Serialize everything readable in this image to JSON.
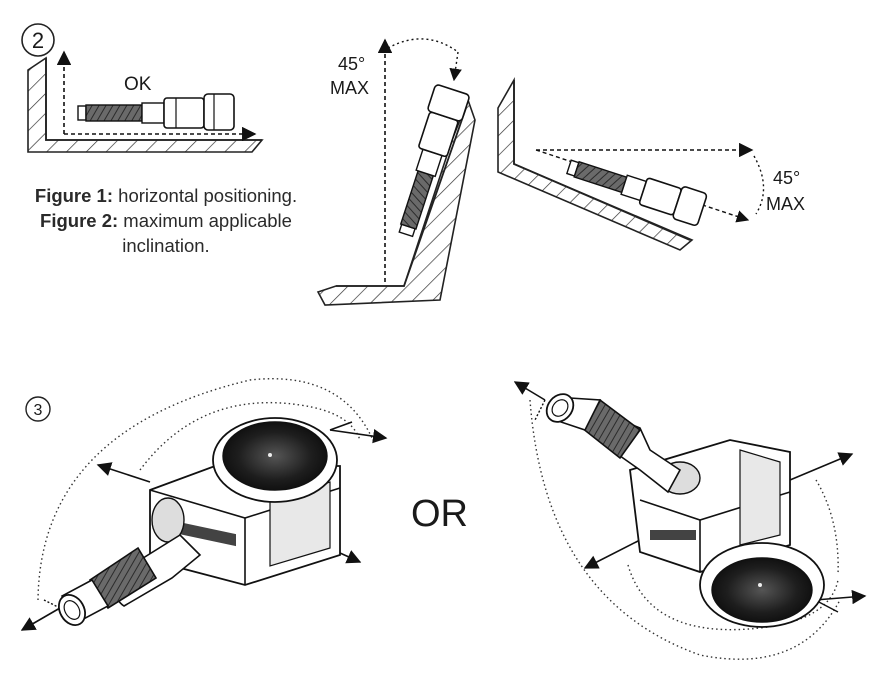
{
  "figure2": {
    "step_number": "2",
    "ok_label": "OK",
    "caption": {
      "fig1_bold": "Figure 1:",
      "fig1_text": " horizontal positioning.",
      "fig2_bold": "Figure 2:",
      "fig2_text": " maximum applicable inclination."
    },
    "left_angle": {
      "degrees": "45°",
      "max": "MAX"
    },
    "right_angle": {
      "degrees": "45°",
      "max": "MAX"
    }
  },
  "figure3": {
    "step_number": "3",
    "or_label": "OR"
  }
}
